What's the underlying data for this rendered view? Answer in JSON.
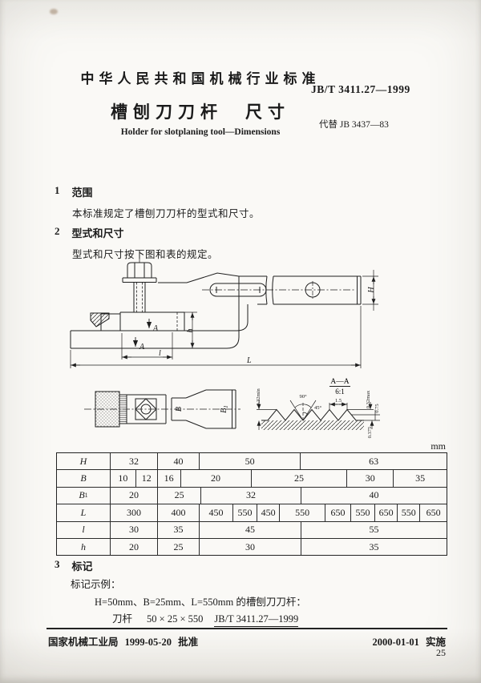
{
  "header": {
    "org_title": "中华人民共和国机械行业标准",
    "standard_no": "JB/T 3411.27—1999",
    "title_cn": "槽刨刀刀杆　尺寸",
    "supersedes": "代替 JB 3437—83",
    "title_en": "Holder for slotplaning tool—Dimensions"
  },
  "sections": {
    "s1_no": "1",
    "s1_title": "范围",
    "s1_body": "本标准规定了槽刨刀刀杆的型式和尺寸。",
    "s2_no": "2",
    "s2_title": "型式和尺寸",
    "s2_body": "型式和尺寸按下图和表的规定。",
    "s3_no": "3",
    "s3_title": "标记",
    "s3_sub": "标记示例：",
    "s3_example": "H=50mm、B=25mm、L=550mm 的槽刨刀刀杆：",
    "s3_designation_prefix": "刀杆",
    "s3_designation_size": "50 × 25 × 550",
    "s3_designation_std": "JB/T 3411.27—1999"
  },
  "drawing": {
    "side": {
      "H": "H",
      "L": "L",
      "h": "h",
      "l": "l",
      "A1": "A",
      "A2": "A"
    },
    "top": {
      "B": "B",
      "B1": "B",
      "B1sub": "1"
    },
    "detail": {
      "title": "A—A",
      "scale": "6:1",
      "angle90": "90°",
      "angle45": "45°",
      "pitch": "1.5",
      "left_min": "0.32min",
      "right_max": "0.32max",
      "depth": "0.75",
      "flat": "0.375"
    }
  },
  "table": {
    "unit": "mm",
    "rows": [
      {
        "label": "H",
        "sub": "",
        "cells": [
          {
            "v": "32",
            "w": 14.1
          },
          {
            "v": "40",
            "w": 12.4
          },
          {
            "v": "50",
            "w": 30.1
          },
          {
            "v": "63",
            "w": 43.4
          }
        ]
      },
      {
        "label": "B",
        "sub": "",
        "cells": [
          {
            "v": "10",
            "w": 7.6
          },
          {
            "v": "12",
            "w": 6.4
          },
          {
            "v": "16",
            "w": 6.9
          },
          {
            "v": "20",
            "w": 21.0
          },
          {
            "v": "25",
            "w": 28.6
          },
          {
            "v": "30",
            "w": 13.8
          },
          {
            "v": "35",
            "w": 15.7
          }
        ]
      },
      {
        "label": "B",
        "sub": "1",
        "cells": [
          {
            "v": "20",
            "w": 14.1
          },
          {
            "v": "25",
            "w": 12.9
          },
          {
            "v": "32",
            "w": 29.8
          },
          {
            "v": "40",
            "w": 43.2
          }
        ]
      },
      {
        "label": "L",
        "sub": "",
        "cells": [
          {
            "v": "300",
            "w": 14.1
          },
          {
            "v": "400",
            "w": 12.4
          },
          {
            "v": "450",
            "w": 10.0
          },
          {
            "v": "550",
            "w": 7.2
          },
          {
            "v": "450",
            "w": 6.7
          },
          {
            "v": "550",
            "w": 13.6
          },
          {
            "v": "650",
            "w": 7.6
          },
          {
            "v": "550",
            "w": 7.2
          },
          {
            "v": "650",
            "w": 6.7
          },
          {
            "v": "550",
            "w": 6.7
          },
          {
            "v": "650",
            "w": 7.8
          }
        ]
      },
      {
        "label": "l",
        "sub": "",
        "cells": [
          {
            "v": "30",
            "w": 14.1
          },
          {
            "v": "35",
            "w": 12.4
          },
          {
            "v": "45",
            "w": 30.3
          },
          {
            "v": "55",
            "w": 43.2
          }
        ]
      },
      {
        "label": "h",
        "sub": "",
        "cells": [
          {
            "v": "20",
            "w": 14.1
          },
          {
            "v": "25",
            "w": 12.4
          },
          {
            "v": "30",
            "w": 30.3
          },
          {
            "v": "35",
            "w": 43.2
          }
        ]
      }
    ]
  },
  "footer": {
    "approve": "国家机械工业局 1999-05-20 批准",
    "implement": "2000-01-01 实施",
    "page_no": "25"
  }
}
